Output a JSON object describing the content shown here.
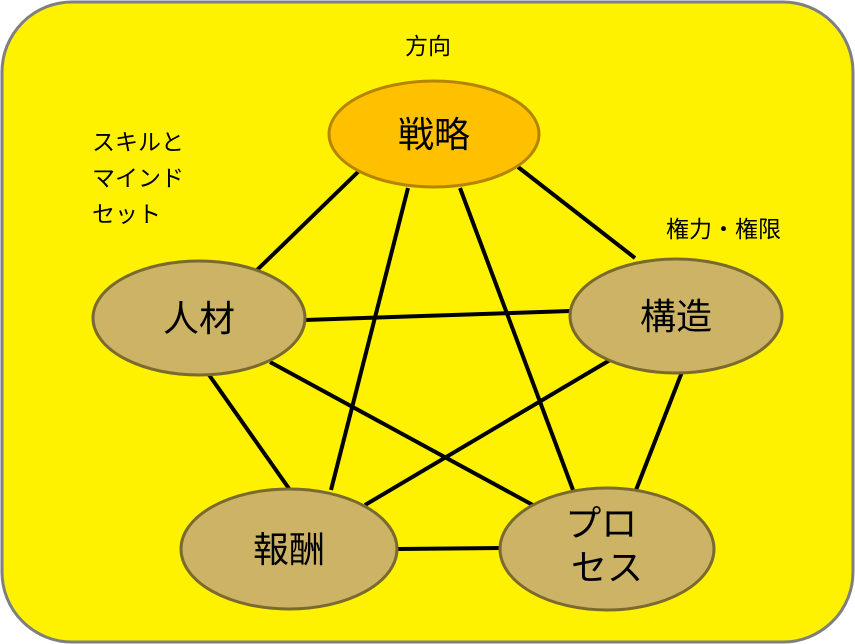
{
  "colors": {
    "background": "#FFF200",
    "border": "#7F7F7F",
    "strategy_fill": "#FFC000",
    "strategy_stroke": "#B58500",
    "node_fill": "#CCB366",
    "node_stroke": "#7A6A2E",
    "edge": "#000000"
  },
  "nodes": {
    "strategy": {
      "label": "戦略"
    },
    "structure": {
      "label": "構造"
    },
    "people": {
      "label": "人材"
    },
    "rewards": {
      "label": "報酬"
    },
    "process": {
      "label": "プロ\nセス"
    }
  },
  "annotations": {
    "strategy": "方向",
    "people": "スキルと\nマインド\nセット",
    "structure": "権力・権限"
  }
}
